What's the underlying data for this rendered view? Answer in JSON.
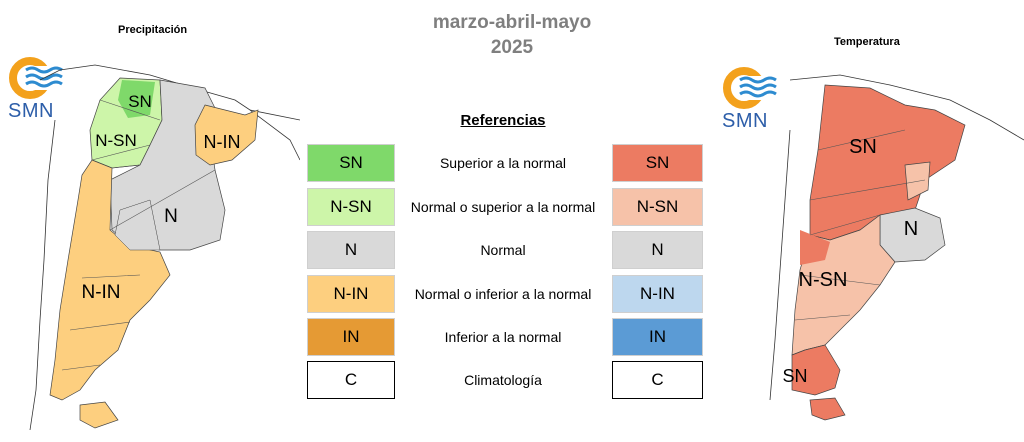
{
  "header": {
    "period": "marzo-abril-mayo",
    "year": "2025"
  },
  "maps": {
    "precip": {
      "title": "Precipitación",
      "logo_text": "SMN",
      "labels": [
        "SN",
        "N-SN",
        "N-IN",
        "N",
        "N-IN"
      ]
    },
    "temp": {
      "title": "Temperatura",
      "logo_text": "SMN",
      "labels": [
        "SN",
        "N",
        "N-SN",
        "SN"
      ]
    }
  },
  "legend": {
    "title": "Referencias",
    "rows": [
      {
        "code": "SN",
        "desc": "Superior a la normal",
        "precip_color": "#7fd96a",
        "temp_color": "#ec7b62",
        "temp_code": "SN"
      },
      {
        "code": "N-SN",
        "desc": "Normal o superior a la normal",
        "precip_color": "#cdf5a9",
        "temp_color": "#f6c2a9",
        "temp_code": "N-SN"
      },
      {
        "code": "N",
        "desc": "Normal",
        "precip_color": "#d9d9d9",
        "temp_color": "#d9d9d9",
        "temp_code": "N"
      },
      {
        "code": "N-IN",
        "desc": "Normal o inferior a la normal",
        "precip_color": "#fdcf7f",
        "temp_color": "#bdd7ee",
        "temp_code": "N-IN"
      },
      {
        "code": "IN",
        "desc": "Inferior a la normal",
        "precip_color": "#e59a34",
        "temp_color": "#5b9bd5",
        "temp_code": "IN"
      },
      {
        "code": "C",
        "desc": "Climatología",
        "precip_color": "#ffffff",
        "temp_color": "#ffffff",
        "temp_code": "C"
      }
    ]
  },
  "colors": {
    "logo_orange": "#f3a11c",
    "logo_blue": "#2d8bd0",
    "title_grey": "#7f7f7f"
  }
}
